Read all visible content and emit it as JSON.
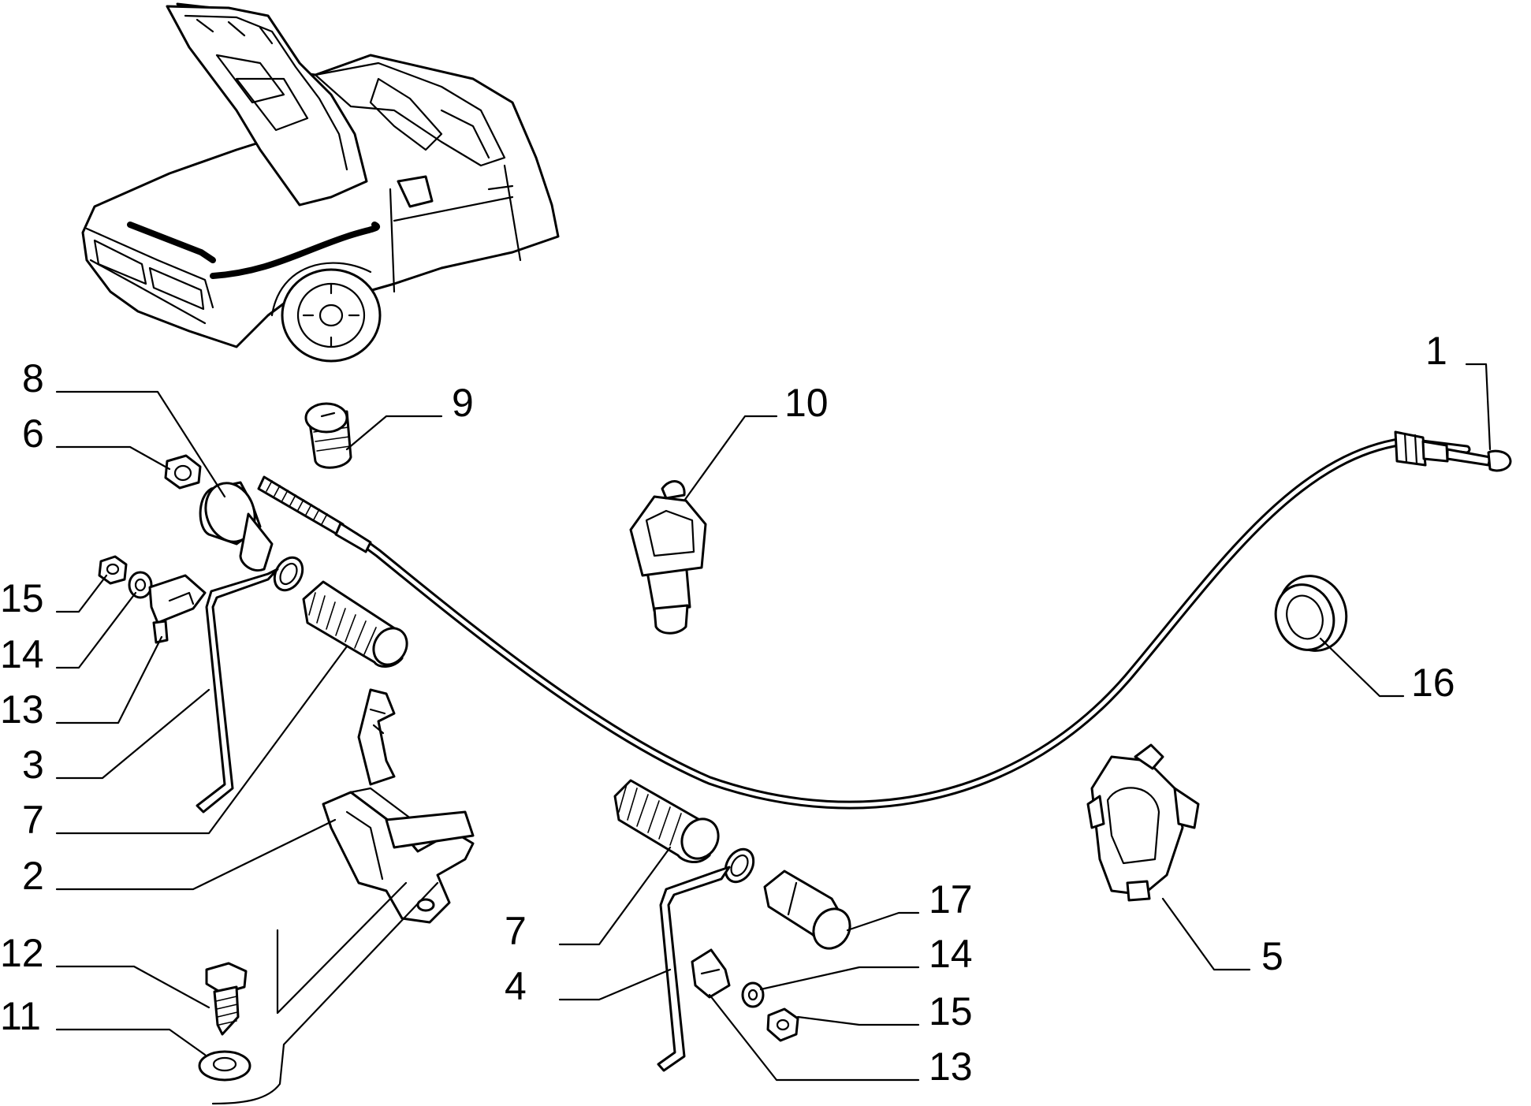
{
  "diagram": {
    "callouts": [
      {
        "id": "c1",
        "text": "1"
      },
      {
        "id": "c2",
        "text": "2"
      },
      {
        "id": "c3",
        "text": "3"
      },
      {
        "id": "c4",
        "text": "4"
      },
      {
        "id": "c5",
        "text": "5"
      },
      {
        "id": "c6",
        "text": "6"
      },
      {
        "id": "c7a",
        "text": "7"
      },
      {
        "id": "c7b",
        "text": "7"
      },
      {
        "id": "c8",
        "text": "8"
      },
      {
        "id": "c9",
        "text": "9"
      },
      {
        "id": "c10",
        "text": "10"
      },
      {
        "id": "c11",
        "text": "11"
      },
      {
        "id": "c12",
        "text": "12"
      },
      {
        "id": "c13a",
        "text": "13"
      },
      {
        "id": "c13b",
        "text": "13"
      },
      {
        "id": "c14a",
        "text": "14"
      },
      {
        "id": "c14b",
        "text": "14"
      },
      {
        "id": "c15a",
        "text": "15"
      },
      {
        "id": "c15b",
        "text": "15"
      },
      {
        "id": "c16",
        "text": "16"
      },
      {
        "id": "c17",
        "text": "17"
      }
    ]
  }
}
